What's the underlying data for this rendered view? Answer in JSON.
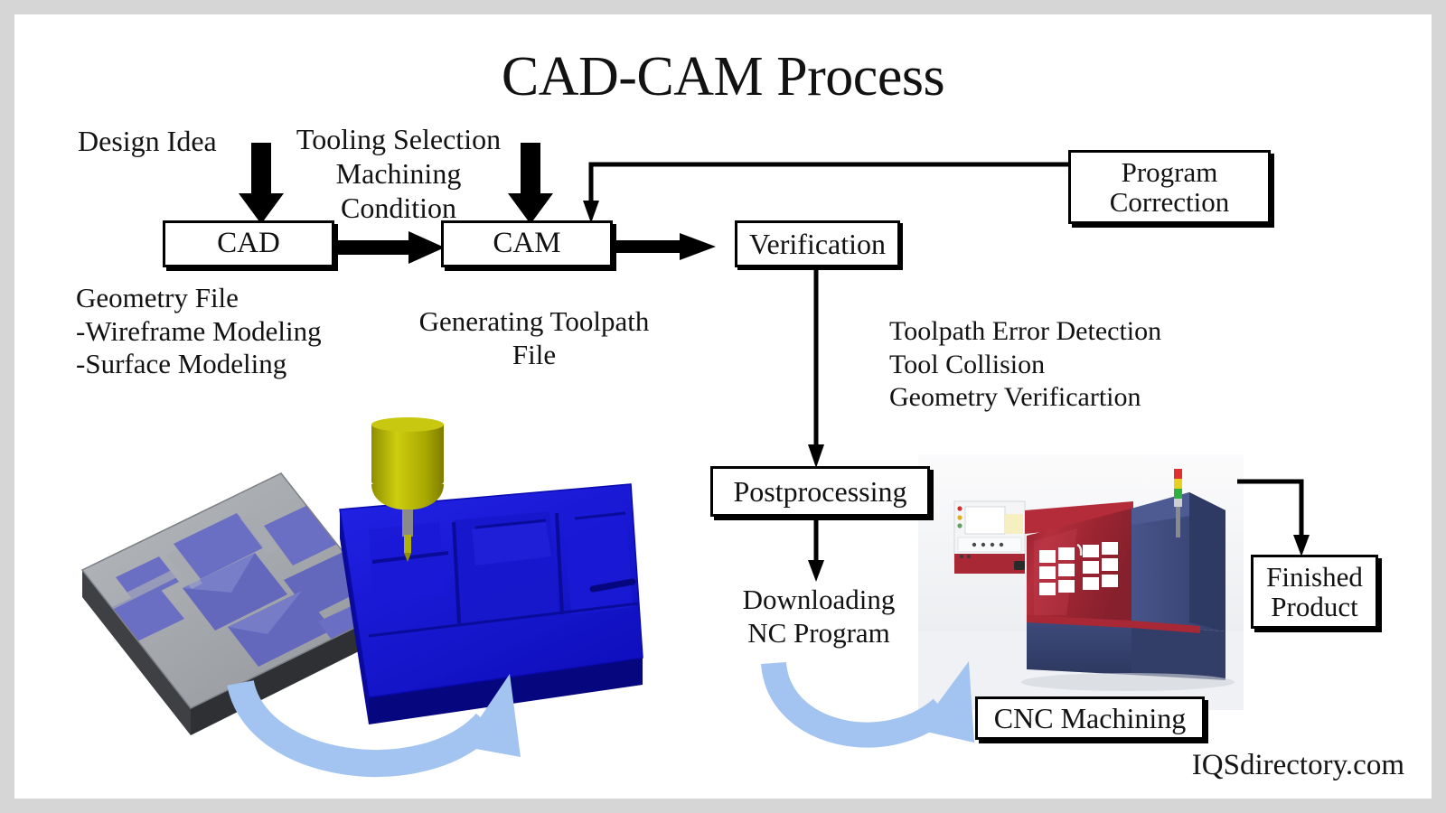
{
  "page": {
    "title": "CAD-CAM Process",
    "watermark": "IQSdirectory.com",
    "border_color": "#d6d6d6",
    "canvas_color": "#ffffff",
    "ink_color": "#121212"
  },
  "boxes": {
    "cad": "CAD",
    "cam": "CAM",
    "verification": "Verification",
    "program_correction": "Program\nCorrection",
    "postprocessing": "Postprocessing",
    "cnc_machining": "CNC Machining",
    "finished_product": "Finished\nProduct"
  },
  "labels": {
    "design_idea": "Design Idea",
    "tooling_selection": "Tooling Selection\nMachining\nCondition",
    "cad_outputs": "Geometry File\n-Wireframe Modeling\n-Surface Modeling",
    "cam_outputs": "Generating Toolpath\nFile",
    "verification_checks": "Toolpath Error Detection\nTool Collision\nGeometry Verificartion",
    "downloading": "Downloading\nNC Program"
  },
  "flow": {
    "steps": [
      "CAD",
      "CAM",
      "Verification",
      "Postprocessing",
      "CNC Machining",
      "Finished Product"
    ],
    "feedback": "Program Correction feeds back into CAM",
    "inputs": [
      "Design Idea -> CAD",
      "Tooling Selection / Machining Condition -> CAM"
    ]
  },
  "illustrations": {
    "cad_part": {
      "name": "cad-cam-part-illustration",
      "stock_plate_color": "#a0a3a8",
      "pocket_color": "#6b6fc4",
      "machined_part_color": "#1414d2",
      "tool_holder_color": "#b5b500",
      "rotation_arrow_color": "#a3c4f0"
    },
    "cnc_machine": {
      "name": "cnc-machine-photo",
      "cabinet_red": "#a82836",
      "body_blue": "#3d4a78",
      "window_color": "#ffffff",
      "signal_lights": [
        "#e03030",
        "#e8d020",
        "#30b040"
      ],
      "background": "#f2f3f5"
    },
    "process_arrow_color": "#a3c4f0"
  },
  "icons": {
    "input_arrow": "thick-down-arrow-icon",
    "flow_arrow": "thick-right-arrow-icon",
    "feedback_arrow": "feedback-loop-arrow-icon",
    "rotate_arrow": "curved-rotation-arrow-icon"
  }
}
